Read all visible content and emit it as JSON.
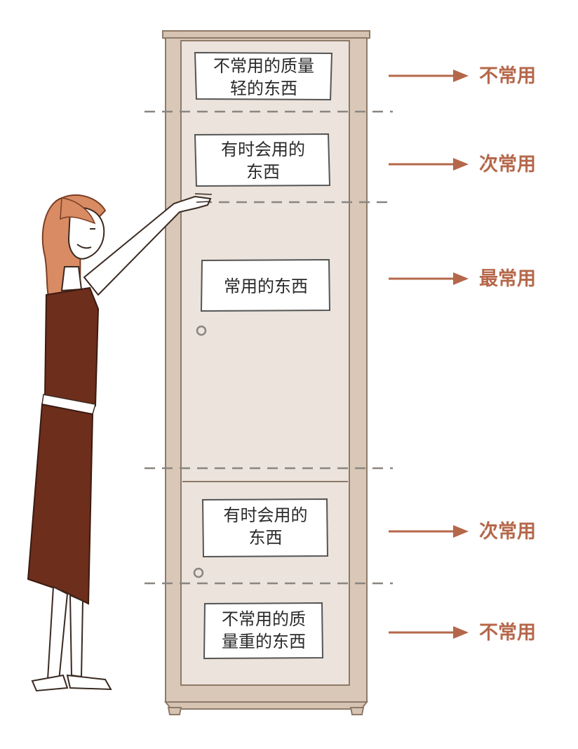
{
  "notes": [
    {
      "line1": "不常用的质量",
      "line2": "轻的东西"
    },
    {
      "line1": "有时会用的",
      "line2": "东西"
    },
    {
      "line1": "常用的东西",
      "line2": ""
    },
    {
      "line1": "有时会用的",
      "line2": "东西"
    },
    {
      "line1": "不常用的质",
      "line2": "量重的东西"
    }
  ],
  "zone_labels": [
    "不常用",
    "次常用",
    "最常用",
    "次常用",
    "不常用"
  ],
  "colors": {
    "accent": "#b5674a",
    "cabinet_frame": "#cbb49e",
    "cabinet_panel": "#ebe3dc",
    "dress": "#6e2e1c",
    "hair": "#d98b63",
    "divider": "#8a8580"
  }
}
